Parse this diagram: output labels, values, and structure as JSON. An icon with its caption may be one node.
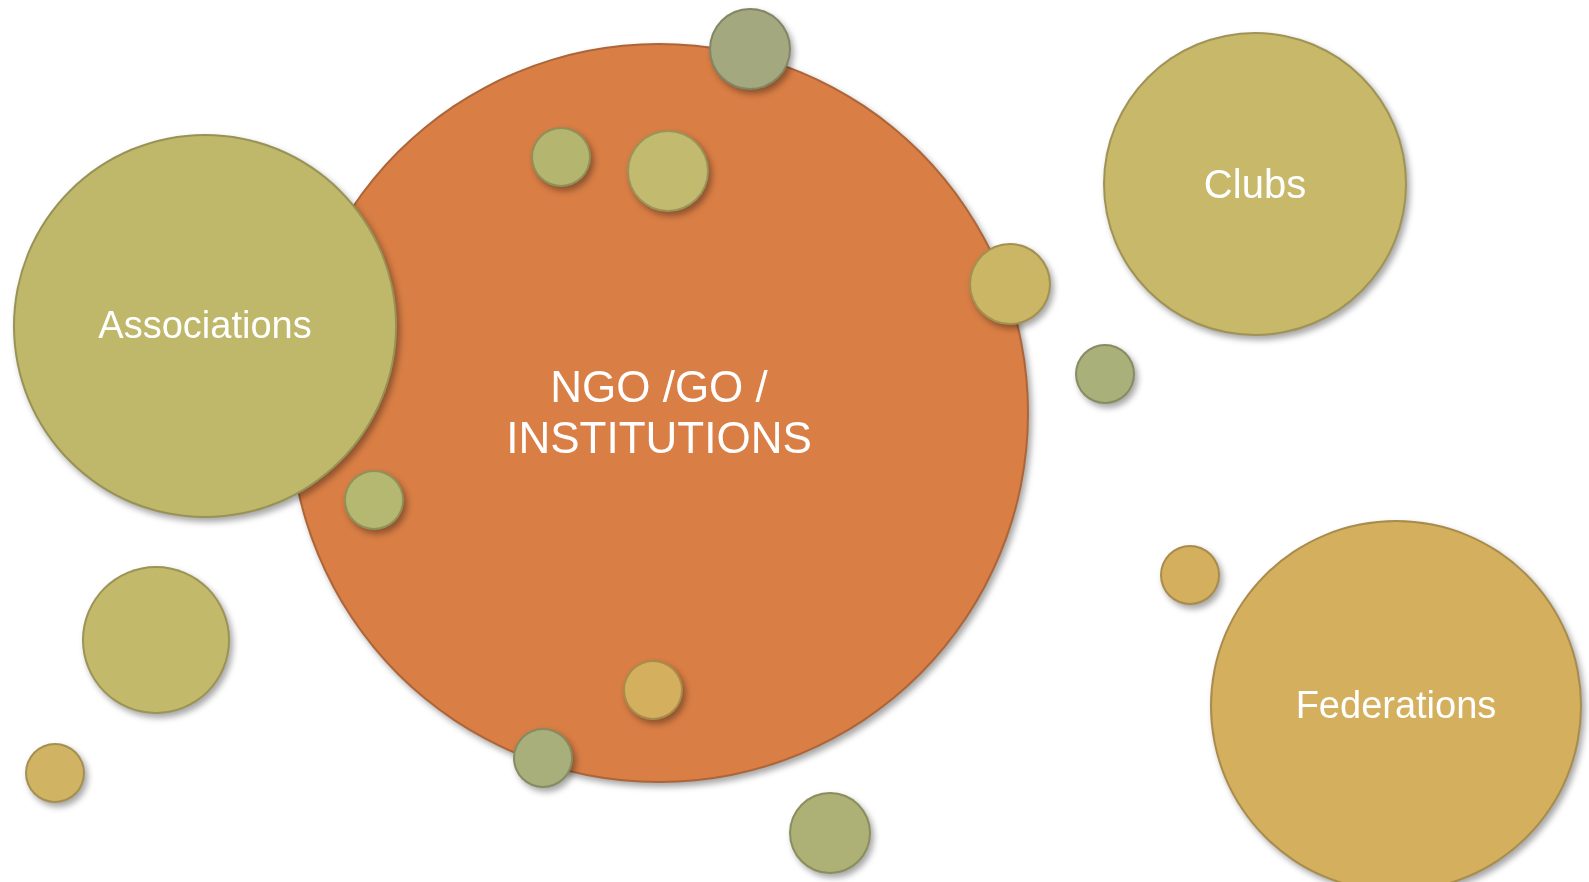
{
  "diagram": {
    "nodes": [
      {
        "text": [
          "NGO /GO / INSTITUTIONS"
        ]
      },
      {
        "text": [],
        "shape": "circle",
        "in": 0
      },
      {
        "text": [],
        "shape": "circle",
        "in": 0
      },
      {
        "text": [],
        "shape": "circle",
        "in": 0
      },
      {
        "text": [
          "Associations"
        ]
      },
      {
        "text": [
          "Clubs"
        ]
      },
      {
        "text": [
          "Federations"
        ]
      },
      {
        "text": [],
        "shape": "circle"
      },
      {
        "text": [],
        "shape": "circle"
      },
      {
        "text": [],
        "shape": "circle"
      },
      {
        "text": [],
        "shape": "circle",
        "in": 0
      },
      {
        "text": [],
        "shape": "circle"
      },
      {
        "text": [],
        "shape": "circle"
      },
      {
        "text": [],
        "shape": "circle"
      },
      {
        "text": [],
        "shape": "circle"
      },
      {
        "text": [],
        "shape": "circle"
      }
    ]
  }
}
